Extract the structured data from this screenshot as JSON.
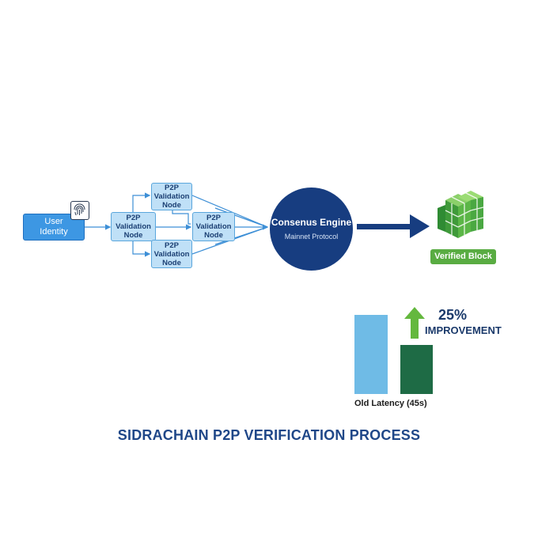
{
  "diagram": {
    "user_identity": "User\nIdentity",
    "node_label": "P2P\nValidation\nNode",
    "engine_title": "Consenus Engine",
    "engine_subtitle": "Mainnet Protocol",
    "verified_label": "Verified Block",
    "icons": [
      "fingerprint-icon",
      "arrow-right-icon",
      "green-cube-icon",
      "arrow-up-icon"
    ]
  },
  "improvement": {
    "percent": "25%",
    "label": "IMPROVEMENT",
    "old_latency": "Old Latency (45s)"
  },
  "title": "SIDRACHAIN P2P VERIFICATION PROCESS",
  "colors": {
    "engine": "#173d80",
    "node_fill": "#bfe0f7",
    "node_border": "#5aa6dc",
    "user_box": "#3d97e3",
    "verified": "#59ac42",
    "bar_old": "#6fbbe6",
    "bar_new": "#1e6b45",
    "arrow_up": "#64b83e",
    "title": "#1f4788"
  }
}
